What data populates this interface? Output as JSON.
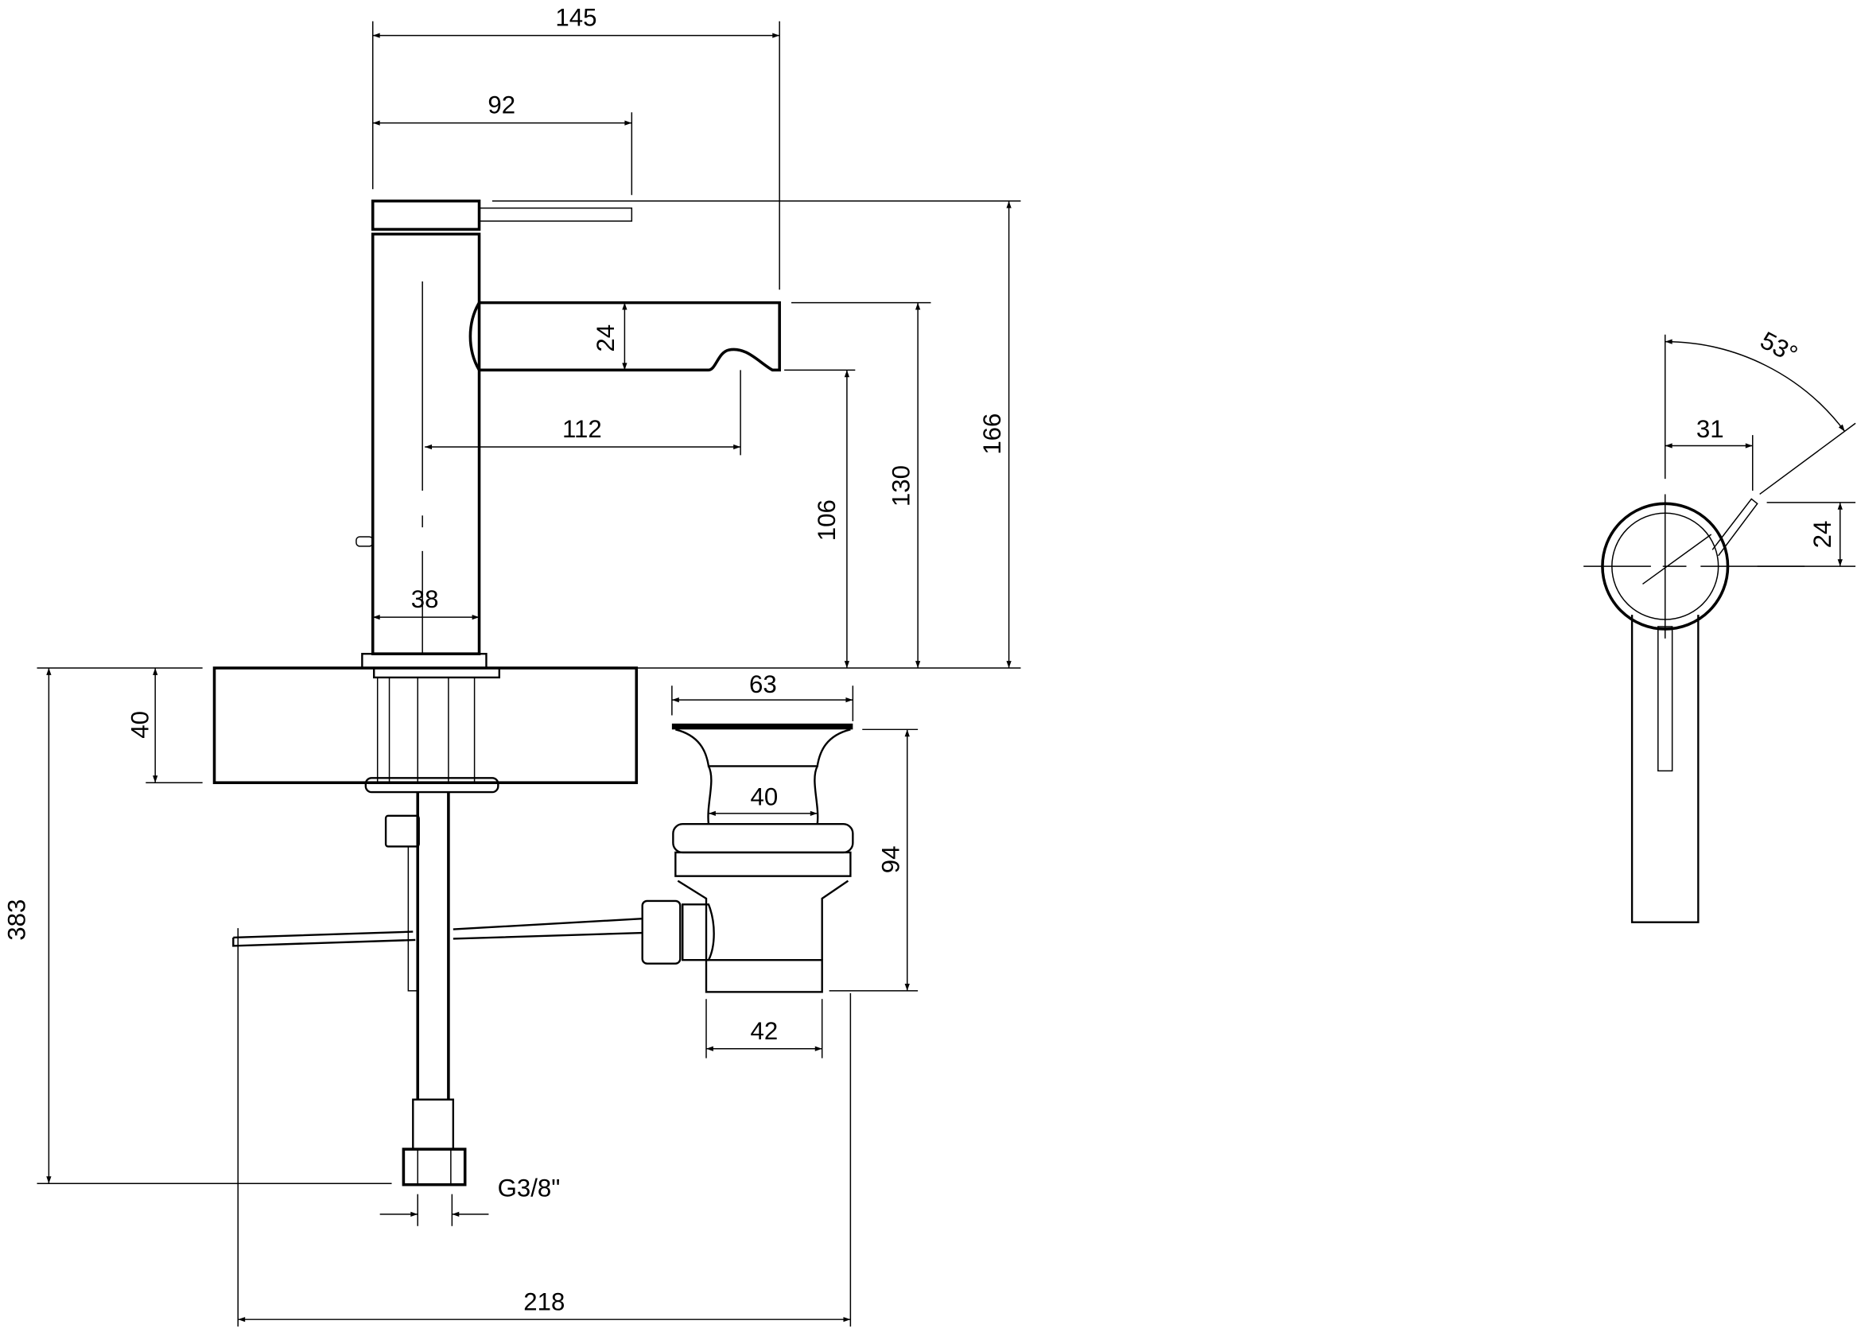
{
  "title": "Single-lever basin mixer technical drawing",
  "front_view": {
    "dimensions": {
      "overall_reach": "145",
      "lever_reach": "92",
      "spout_height": "24",
      "spout_projection": "112",
      "body_diameter": "38",
      "countertop_thickness": "40",
      "total_height_below": "383",
      "outlet_height": "106",
      "spout_top_height": "130",
      "overall_height": "166",
      "pop_up_rod_length": "218",
      "connection_thread": "G3/8\""
    }
  },
  "waste_view": {
    "dimensions": {
      "flange_diameter": "63",
      "neck_diameter": "40",
      "waste_height": "94",
      "tail_diameter": "42"
    }
  },
  "top_view": {
    "dimensions": {
      "lever_angle": "53°",
      "lever_offset": "31",
      "lever_lift": "24"
    }
  }
}
